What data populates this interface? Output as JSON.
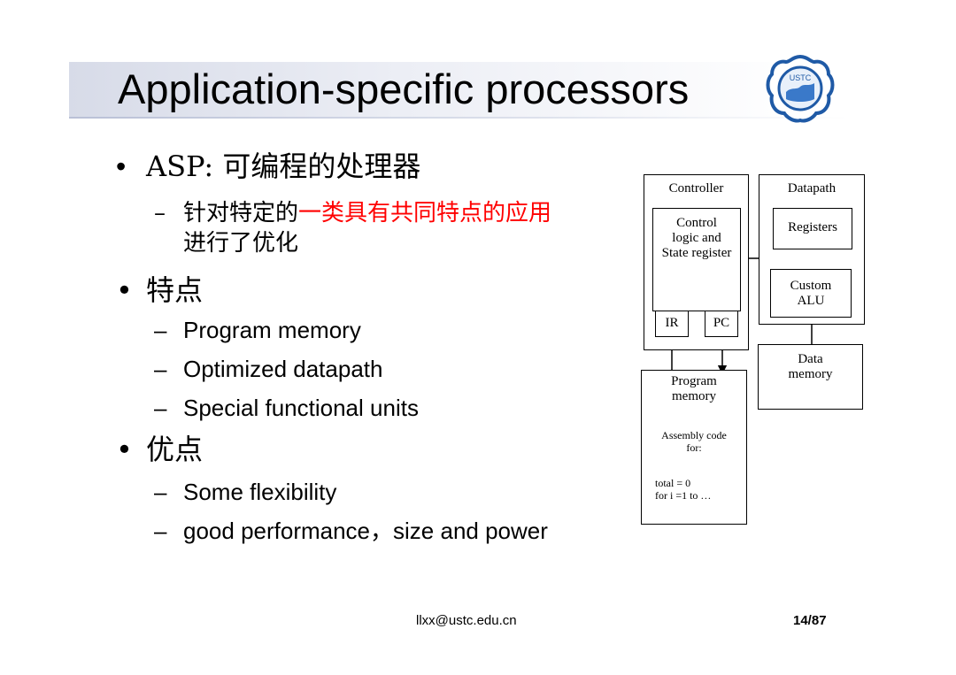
{
  "slide": {
    "title": "Application-specific processors",
    "bullets": [
      {
        "text": "ASP: 可编程的处理器",
        "subs": [
          {
            "plain": "针对特定的",
            "highlight": "一类具有共同特点的应用",
            "cont": "进行了优化"
          }
        ]
      },
      {
        "text": "特点",
        "subs": [
          {
            "plain": "Program memory"
          },
          {
            "plain": "Optimized datapath"
          },
          {
            "plain": "Special functional units"
          }
        ]
      },
      {
        "text": "优点",
        "subs": [
          {
            "plain": "Some flexibility"
          },
          {
            "plain": "good performance，size and power"
          }
        ]
      }
    ],
    "bullet_marker": "•",
    "sub_marker": "–"
  },
  "diagram": {
    "controller_label": "Controller",
    "datapath_label": "Datapath",
    "control_logic_label": "Control\nlogic and\nState register",
    "ir_label": "IR",
    "pc_label": "PC",
    "registers_label": "Registers",
    "custom_alu_label": "Custom\nALU",
    "data_memory_label": "Data\nmemory",
    "program_memory_label": "Program\nmemory",
    "assembly_label": "Assembly code\nfor:",
    "code_label": "total = 0\nfor i =1 to …"
  },
  "footer": {
    "email": "llxx@ustc.edu.cn",
    "page": "14/87"
  },
  "colors": {
    "highlight": "#ff0000",
    "title_band": "#d7dbe8",
    "logo_blue": "#1f5aa6"
  },
  "logo": {
    "icon": "ustc-logo-icon",
    "text": "USTC"
  }
}
